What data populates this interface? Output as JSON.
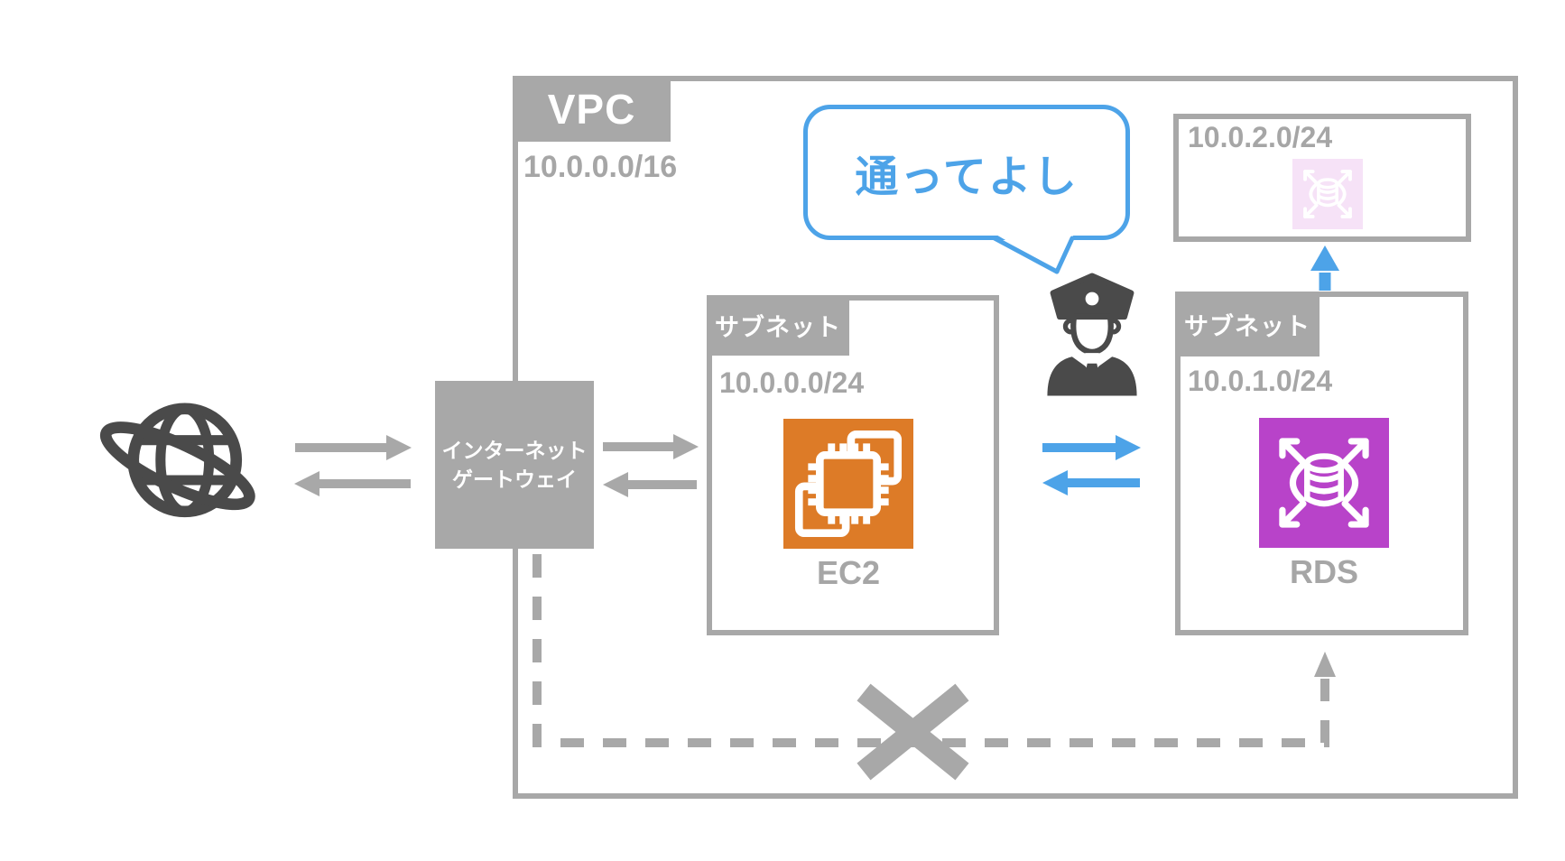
{
  "title": "AWS VPC security-group routing diagram",
  "colors": {
    "gray": "#a8a8a8",
    "gray_text": "#a6a6a6",
    "dark": "#4a4a4a",
    "blue": "#4da3e8",
    "orange": "#dd7b27",
    "purple": "#b843c9",
    "pink": "#f6e2f7"
  },
  "vpc": {
    "label": "VPC",
    "cidr": "10.0.0.0/16"
  },
  "internet_gateway": {
    "line1": "インターネット",
    "line2": "ゲートウェイ"
  },
  "speech_bubble": {
    "text": "通ってよし"
  },
  "subnets": {
    "ec2": {
      "label": "サブネット",
      "cidr": "10.0.0.0/24",
      "resource": "EC2"
    },
    "rds": {
      "label": "サブネット",
      "cidr": "10.0.1.0/24",
      "resource": "RDS"
    },
    "spare": {
      "cidr": "10.0.2.0/24"
    }
  },
  "icons": {
    "internet": "globe-icon",
    "guard": "security-guard-icon",
    "ec2": "ec2-chip-icon",
    "rds": "rds-database-icon",
    "spare": "rds-database-icon-faded",
    "blocked": "x-mark"
  }
}
